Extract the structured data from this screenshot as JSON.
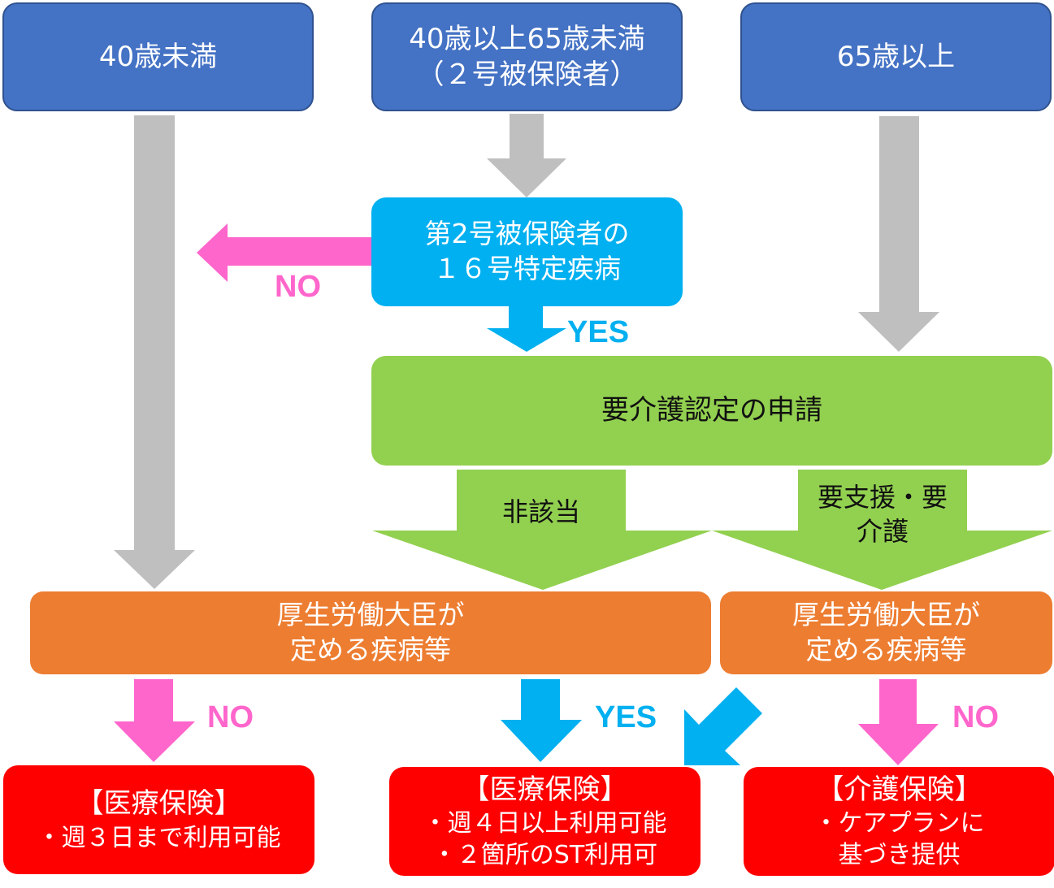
{
  "colors": {
    "age_box": "#4472c4",
    "disease_box": "#00b0f0",
    "application_box": "#92d050",
    "criteria_box": "#ed7d31",
    "result_box": "#ff0000",
    "gray_arrow": "#bfbfbf",
    "pink_arrow": "#ff66cc",
    "blue_arrow": "#00b0f0",
    "green_arrow": "#92d050"
  },
  "age_groups": {
    "under40": "40歳未満",
    "mid_line1": "40歳以上65歳未満",
    "mid_line2": "（２号被保険者）",
    "over65": "65歳以上"
  },
  "disease_check": {
    "line1": "第2号被保険者の",
    "line2": "１６号特定疾病"
  },
  "application": "要介護認定の申請",
  "outcomes": {
    "not_applicable": "非該当",
    "support_line1": "要支援・要",
    "support_line2": "介護"
  },
  "criteria": {
    "left_line1": "厚生労働大臣が",
    "left_line2": "定める疾病等",
    "right_line1": "厚生労働大臣が",
    "right_line2": "定める疾病等"
  },
  "labels": {
    "no_disease": "NO",
    "yes_disease": "YES",
    "no_left": "NO",
    "yes_mid": "YES",
    "no_right": "NO"
  },
  "results": {
    "left": {
      "title": "【医療保険】",
      "line1": "・週３日まで利用可能"
    },
    "mid": {
      "title": "【医療保険】",
      "line1": "・週４日以上利用可能",
      "line2": "・２箇所のST利用可"
    },
    "right": {
      "title": "【介護保険】",
      "line1": "・ケアプランに",
      "line2": "基づき提供"
    }
  }
}
